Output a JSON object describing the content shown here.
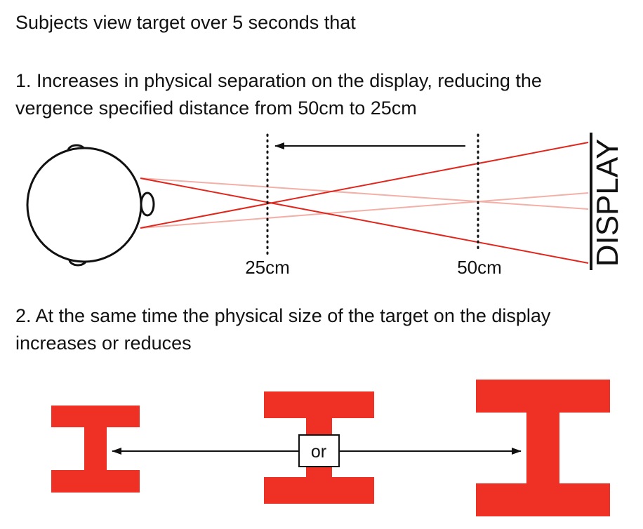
{
  "intro": "Subjects view target over 5 seconds that",
  "step1": {
    "line1": "1. Increases in physical separation on the display, reducing the",
    "line2": "vergence specified distance from 50cm to 25cm",
    "near_label": "25cm",
    "far_label": "50cm",
    "display_label": "DISPLAY"
  },
  "step2": {
    "line1": "2. At the same time the physical size of the target on the display",
    "line2": "increases or reduces",
    "or_label": "or"
  },
  "colors": {
    "ray_strong": "#e0271d",
    "ray_faint": "#f2b0a8",
    "target": "#ee3124",
    "ink": "#111111"
  }
}
